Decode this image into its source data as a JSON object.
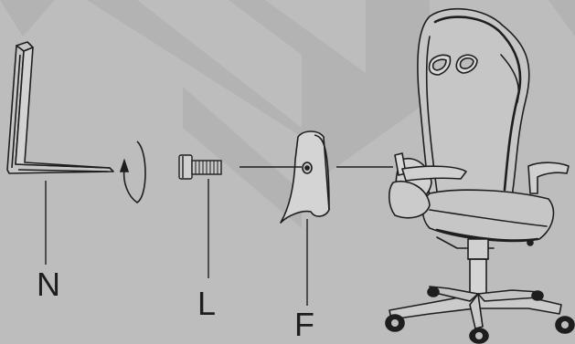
{
  "labels": {
    "n": "N",
    "l": "L",
    "f": "F"
  },
  "colors": {
    "background": "#bdbdbd",
    "watermark": "#b2b2b2",
    "line": "#1e1e1e",
    "part_fill": "#c4c4c4"
  },
  "icons": {
    "armrest_bracket": "l-shaped-bracket",
    "screw": "hex-bolt",
    "armrest_pad": "armrest-cover",
    "chair": "gaming-chair",
    "rotation": "clockwise-rotation-arrow"
  }
}
